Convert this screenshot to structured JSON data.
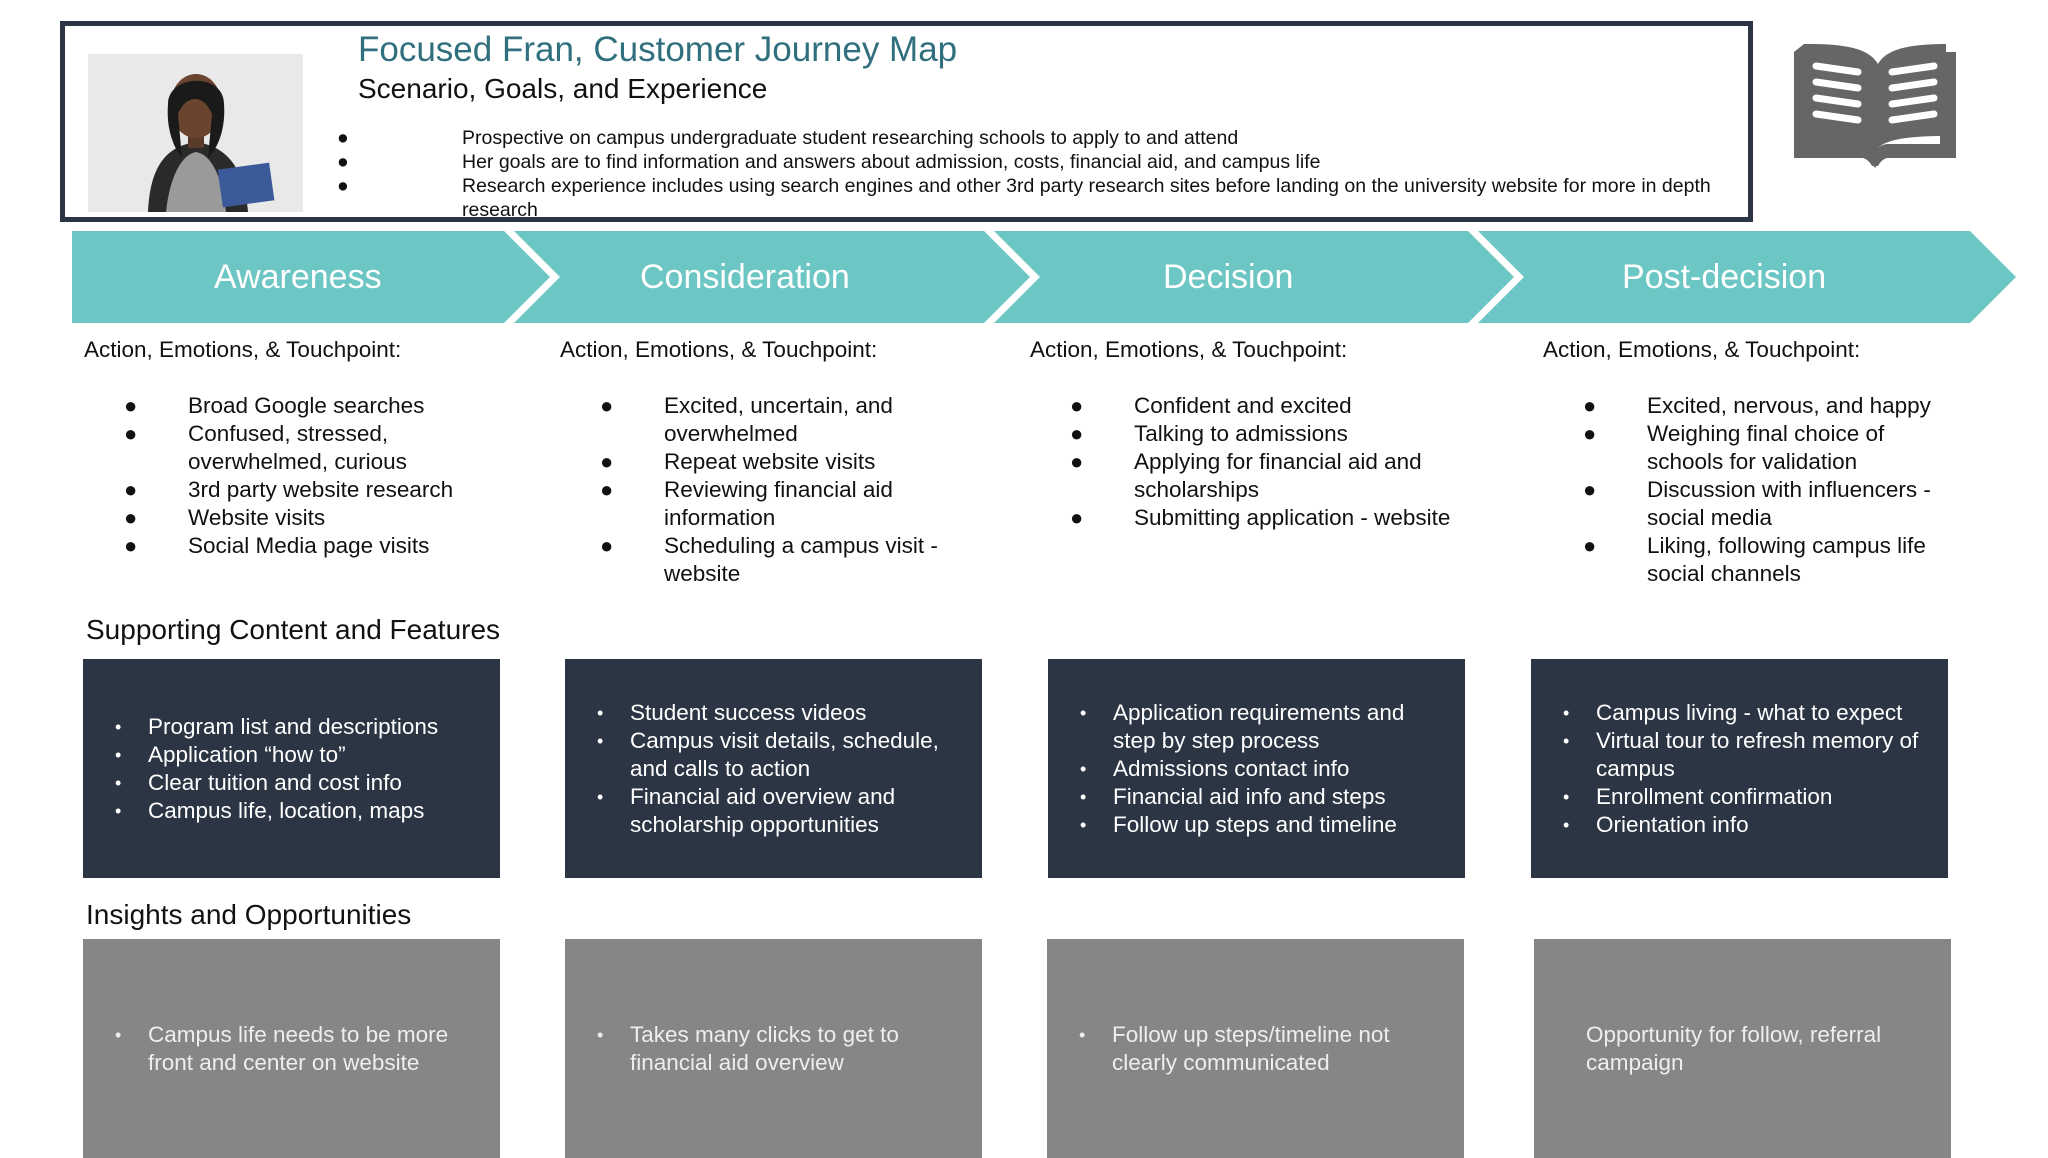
{
  "header": {
    "title": "Focused Fran, Customer Journey Map",
    "subtitle": "Scenario, Goals, and Experience",
    "bullets": [
      "Prospective on campus undergraduate student researching schools to apply to and attend",
      "Her goals are to find information and answers about admission, costs, financial aid, and campus life",
      "Research experience includes using search engines and other 3rd party research sites before landing on the university website for more in depth research"
    ]
  },
  "colors": {
    "banner": "#6cc6c4",
    "dark_box": "#2b3544",
    "gray_box": "#868686",
    "title": "#2f6f7e"
  },
  "phases": [
    "Awareness",
    "Consideration",
    "Decision",
    "Post-decision"
  ],
  "columns": [
    {
      "heading": "Action, Emotions, & Touchpoint:",
      "items": [
        "Broad Google searches",
        "Confused, stressed, overwhelmed, curious",
        "3rd party website research",
        "Website visits",
        "Social Media page visits"
      ]
    },
    {
      "heading": "Action, Emotions, & Touchpoint:",
      "items": [
        "Excited, uncertain, and overwhelmed",
        "Repeat website visits",
        "Reviewing financial aid information",
        "Scheduling a campus visit - website"
      ]
    },
    {
      "heading": "Action, Emotions, & Touchpoint:",
      "items": [
        "Confident and excited",
        "Talking to admissions",
        "Applying for financial aid and scholarships",
        "Submitting application - website"
      ]
    },
    {
      "heading": "Action, Emotions, & Touchpoint:",
      "items": [
        "Excited, nervous, and happy",
        "Weighing final choice of schools for validation",
        "Discussion with influencers - social media",
        "Liking, following campus life social channels"
      ]
    }
  ],
  "supporting": {
    "title": "Supporting Content and Features",
    "boxes": [
      [
        "Program list and descriptions",
        "Application “how to”",
        "Clear tuition and cost info",
        "Campus life, location, maps"
      ],
      [
        "Student success videos",
        "Campus visit details, schedule, and calls to action",
        "Financial aid overview and scholarship opportunities"
      ],
      [
        "Application requirements and step by step process",
        "Admissions contact info",
        "Financial aid info and steps",
        "Follow up steps and timeline"
      ],
      [
        "Campus living - what to expect",
        "Virtual tour to refresh memory of campus",
        "Enrollment confirmation",
        "Orientation info"
      ]
    ]
  },
  "insights": {
    "title": "Insights and Opportunities",
    "boxes": [
      "Campus life needs to be more front and center on website",
      "Takes many clicks to get to financial aid overview",
      "Follow up steps/timeline not clearly communicated",
      "Opportunity for follow, referral campaign"
    ]
  }
}
